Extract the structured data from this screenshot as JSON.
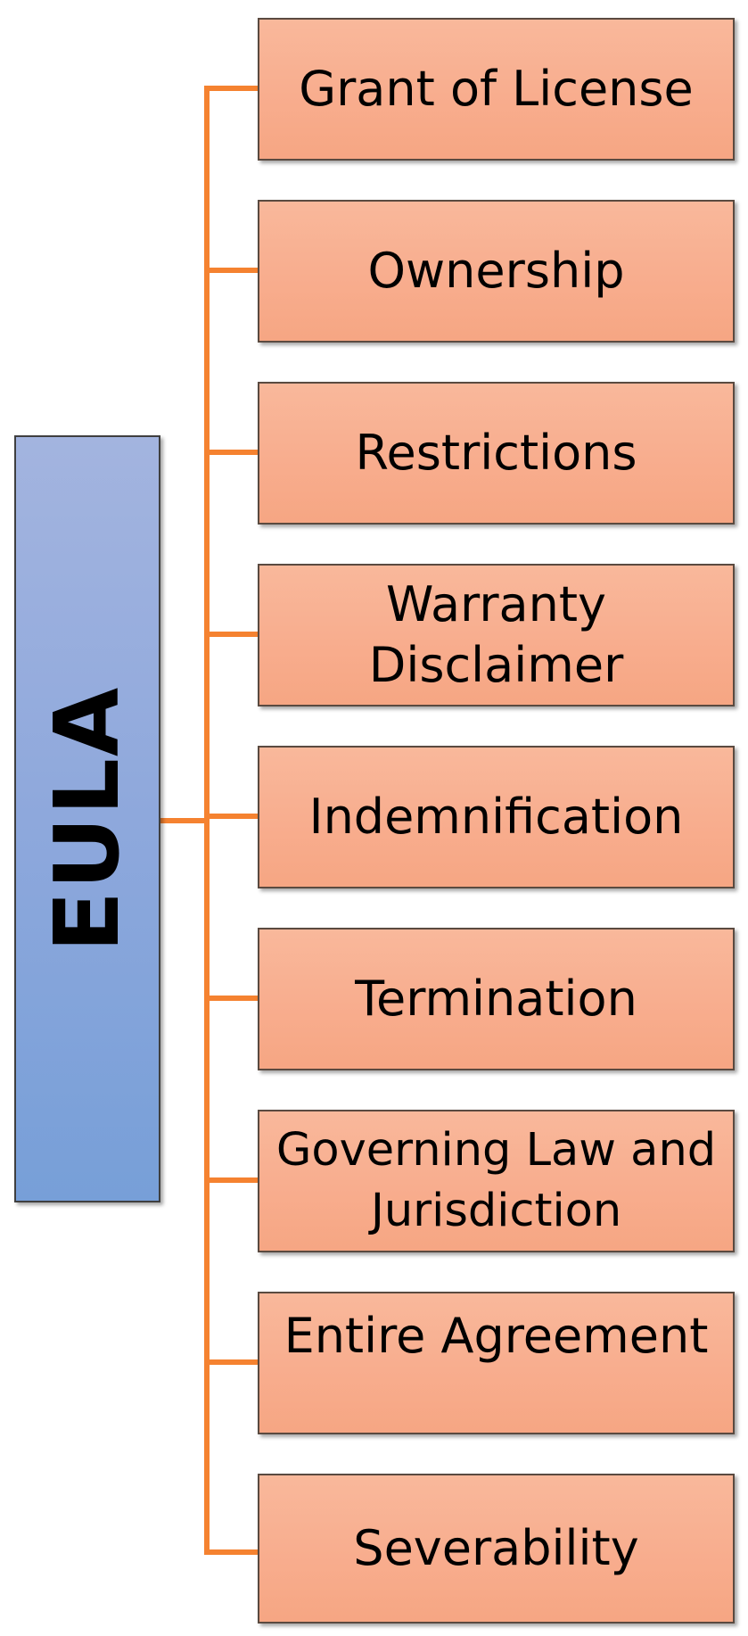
{
  "diagram": {
    "root": {
      "label": "EULA"
    },
    "items": [
      {
        "label": "Grant of License"
      },
      {
        "label": "Ownership"
      },
      {
        "label": "Restrictions"
      },
      {
        "label": "Warranty\nDisclaimer"
      },
      {
        "label": "Indemnification"
      },
      {
        "label": "Termination"
      },
      {
        "label": "Governing Law and\nJurisdiction"
      },
      {
        "label": "Entire Agreement"
      },
      {
        "label": "Severability"
      }
    ]
  },
  "colors": {
    "root_fill": "#8ea8dc",
    "item_fill": "#f8ad8e",
    "connector": "#f58230",
    "border": "#3f3f3f"
  }
}
